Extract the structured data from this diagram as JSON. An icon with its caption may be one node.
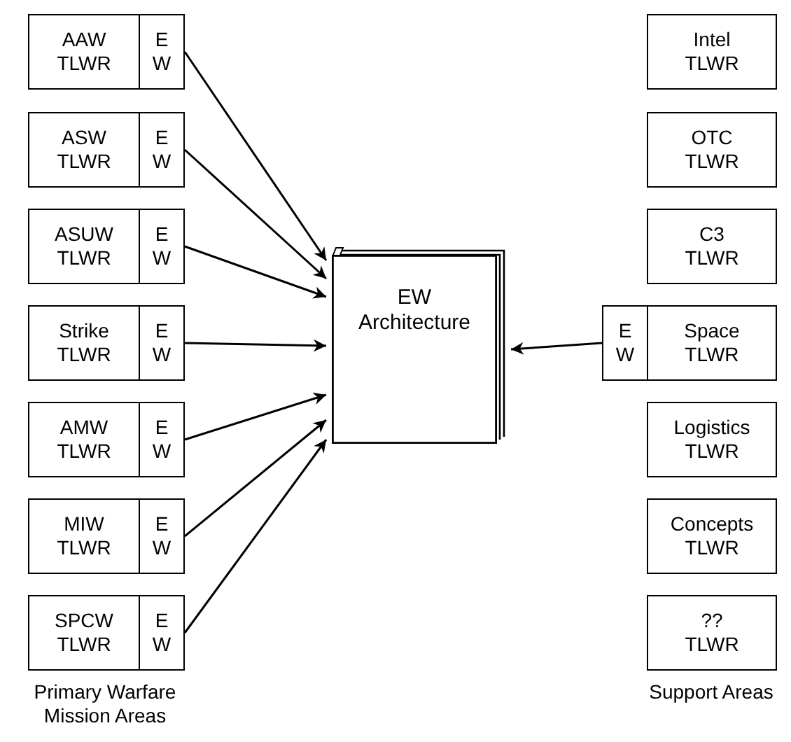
{
  "diagram": {
    "nodes": [
      {
        "text": [
          "AAW TLWR",
          "E W"
        ]
      },
      {
        "text": [
          "ASW TLWR",
          "E W"
        ]
      },
      {
        "text": [
          "ASUW TLWR",
          "E W"
        ]
      },
      {
        "text": [
          "Strike TLWR",
          "E W"
        ]
      },
      {
        "text": [
          "AMW TLWR",
          "E W"
        ]
      },
      {
        "text": [
          "MIW TLWR",
          "E W"
        ]
      },
      {
        "text": [
          "SPCW TLWR",
          "E W"
        ]
      },
      {
        "text": [
          "EW Architecture"
        ]
      },
      {
        "text": [
          "Intel TLWR"
        ]
      },
      {
        "text": [
          "OTC TLWR"
        ]
      },
      {
        "text": [
          "C3 TLWR"
        ]
      },
      {
        "text": [
          "E W",
          "Space TLWR"
        ]
      },
      {
        "text": [
          "Logistics TLWR"
        ]
      },
      {
        "text": [
          "Concepts TLWR"
        ]
      },
      {
        "text": [
          "?? TLWR"
        ]
      }
    ],
    "edges": [
      {
        "from": 0,
        "to": 7,
        "arrow": "to"
      },
      {
        "from": 1,
        "to": 7,
        "arrow": "to"
      },
      {
        "from": 2,
        "to": 7,
        "arrow": "to"
      },
      {
        "from": 3,
        "to": 7,
        "arrow": "to"
      },
      {
        "from": 4,
        "to": 7,
        "arrow": "to"
      },
      {
        "from": 5,
        "to": 7,
        "arrow": "to"
      },
      {
        "from": 6,
        "to": 7,
        "arrow": "to"
      },
      {
        "from": 11,
        "to": 7,
        "arrow": "to"
      }
    ],
    "labels": [
      "Primary Warfare Mission Areas",
      "Support Areas"
    ]
  }
}
